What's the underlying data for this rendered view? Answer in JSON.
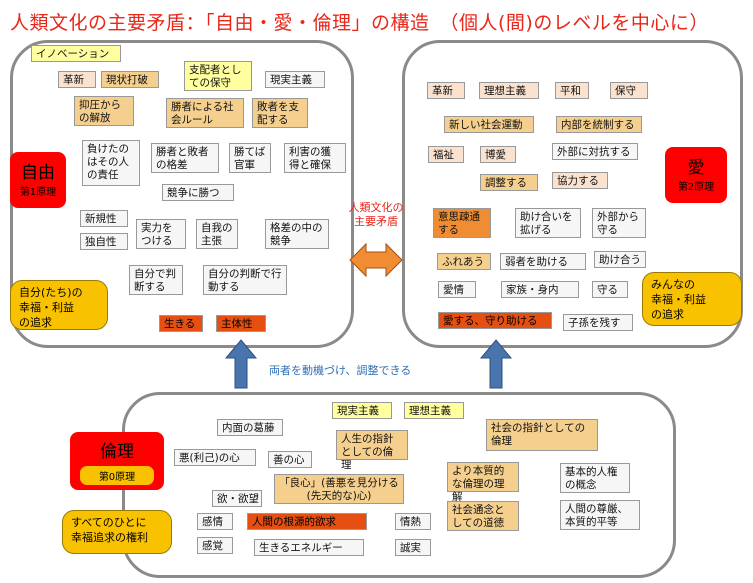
{
  "title": "人類文化の主要矛盾：「自由・愛・倫理」の構造　（個人(間)のレベルを中心に）",
  "center": {
    "line1": "人類文化の",
    "line2": "主要矛盾"
  },
  "motivation": "両者を動機づけ、調整できる",
  "freedom": {
    "principle": "自由",
    "principle_sub": "第1原理",
    "goal": "自分(たち)の\n幸福・利益\nの追求",
    "items": {
      "innovation": "イノベーション",
      "kakushin": "革新",
      "genjo": "現状打破",
      "shihai": "支配者としての保守",
      "genjitsu": "現実主義",
      "yokuatsu": "抑圧からの解放",
      "shosha_rule": "勝者による社会ルール",
      "haisha": "敗者を支配する",
      "makedamono": "負けたのはその人の責任",
      "kakusa": "勝者と敗者の格差",
      "katebakangun": "勝てば官軍",
      "rigai": "利害の獲得と確保",
      "kyoso": "競争に勝つ",
      "shinki": "新規性",
      "dokuji": "独自性",
      "jitsuryoku": "実力をつける",
      "jiga": "自我の主張",
      "kakusa_naka": "格差の中の競争",
      "jibun_handan": "自分で判断する",
      "jibun_kodo": "自分の判断で行動する",
      "ikiru": "生きる",
      "shutai": "主体性"
    }
  },
  "love": {
    "principle": "愛",
    "principle_sub": "第2原理",
    "goal": "みんなの\n幸福・利益\nの追求",
    "items": {
      "kakushin": "革新",
      "riso": "理想主義",
      "heiwa": "平和",
      "hoshu": "保守",
      "atarashii": "新しい社会運動",
      "naibu": "内部を統制する",
      "fukushi": "福祉",
      "hakuai": "博愛",
      "gaibu_taiko": "外部に対抗する",
      "chosei": "調整する",
      "kyoryoku": "協力する",
      "ishi": "意思疎通する",
      "tasukeai_hirogeru": "助け合いを拡げる",
      "gaibu_mamoru": "外部から守る",
      "fureau": "ふれあう",
      "jakusha": "弱者を助ける",
      "tasukeau": "助け合う",
      "aijo": "愛情",
      "kazoku": "家族・身内",
      "mamoru": "守る",
      "aisuru": "愛する、守り助ける",
      "shison": "子孫を残す"
    }
  },
  "ethics": {
    "principle": "倫理",
    "principle_sub": "第0原理",
    "goal": "すべてのひとに\n幸福追求の権利",
    "items": {
      "genjitsu": "現実主義",
      "riso": "理想主義",
      "naimen": "内面の葛藤",
      "jinsei": "人生の指針としての倫理",
      "shakai_shishin": "社会の指針としての倫理",
      "aku": "悪(利己)の心",
      "zen": "善の心",
      "yori_honshitsu": "より本質的な倫理の理解",
      "kihon_jinken": "基本的人権の概念",
      "ryoshin": "「良心」(善悪を見分ける\n(先天的な)心)",
      "yoku": "欲・欲望",
      "shakai_tsunen": "社会通念としての道徳",
      "ningen_songen": "人間の尊厳、本質的平等",
      "kanjo": "感情",
      "konkyo": "人間の根源的欲求",
      "jonetsu": "情熱",
      "kankaku": "感覚",
      "energy": "生きるエネルギー",
      "seijitsu": "誠実"
    }
  },
  "colors": {
    "title": "#e8261a",
    "principle": "#ff0000",
    "goal": "#f8c200",
    "arrow": "#4a74ad",
    "double_arrow": "#f08d33"
  }
}
